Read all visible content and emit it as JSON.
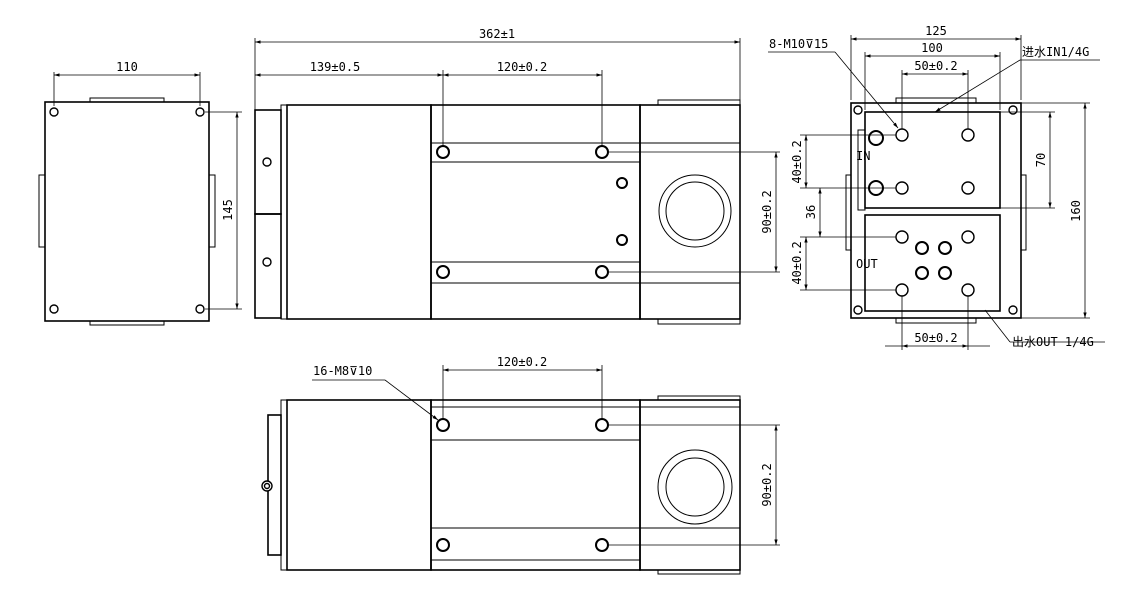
{
  "dimensions": {
    "left_width": "110",
    "left_height": "145",
    "top_overall": "362±1",
    "top_offset": "139±0.5",
    "top_pitch": "120±0.2",
    "top_v_pitch": "90±0.2",
    "right_overall_w": "125",
    "right_inner_w": "100",
    "right_top_pitch": "50±0.2",
    "right_bottom_pitch": "50±0.2",
    "right_v1": "40±0.2",
    "right_v2": "36",
    "right_v3": "40±0.2",
    "right_70": "70",
    "right_160": "160",
    "bottom_pitch": "120±0.2",
    "bottom_v_pitch": "90±0.2"
  },
  "callouts": {
    "top_holes": "8-M10⊽15",
    "inlet": "进水IN1/4G",
    "outlet": "出水OUT 1/4G",
    "bottom_holes": "16-M8⊽10"
  },
  "small_text": {
    "in_mark": "IN",
    "out_mark": "OUT"
  }
}
